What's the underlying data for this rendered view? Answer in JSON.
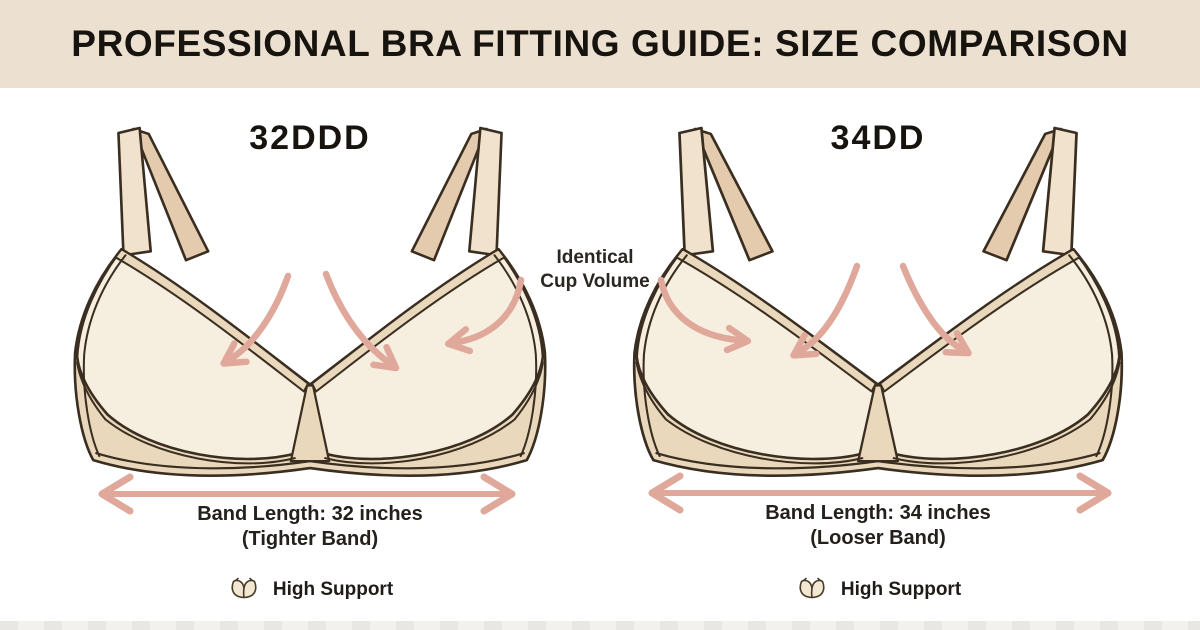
{
  "header": {
    "title": "PROFESSIONAL BRA FITTING GUIDE: SIZE COMPARISON"
  },
  "center_note": {
    "line1": "Identical",
    "line2": "Cup Volume"
  },
  "left_bra": {
    "size_label": "32DDD",
    "band_length_label": "Band Length: 32 inches",
    "band_note": "(Tighter Band)",
    "support_label": "High Support"
  },
  "right_bra": {
    "size_label": "34DD",
    "band_length_label": "Band Length: 34 inches",
    "band_note": "(Looser Band)",
    "support_label": "High Support"
  },
  "icons": {
    "support_icon": "bra-icon",
    "cup_annotation": "curved-arrow-icon",
    "band_measure": "double-headed-arrow-icon"
  },
  "colors": {
    "header_bg": "#ece1d1",
    "background": "#ffffff",
    "text": "#17130e",
    "accent_pink": "#dfa89b",
    "bra_cup": "#f6efdf",
    "bra_band": "#ead8bd",
    "bra_strap_front": "#f0e2cd",
    "bra_strap_back": "#e4cbae",
    "bra_outline": "#3a2e20"
  }
}
